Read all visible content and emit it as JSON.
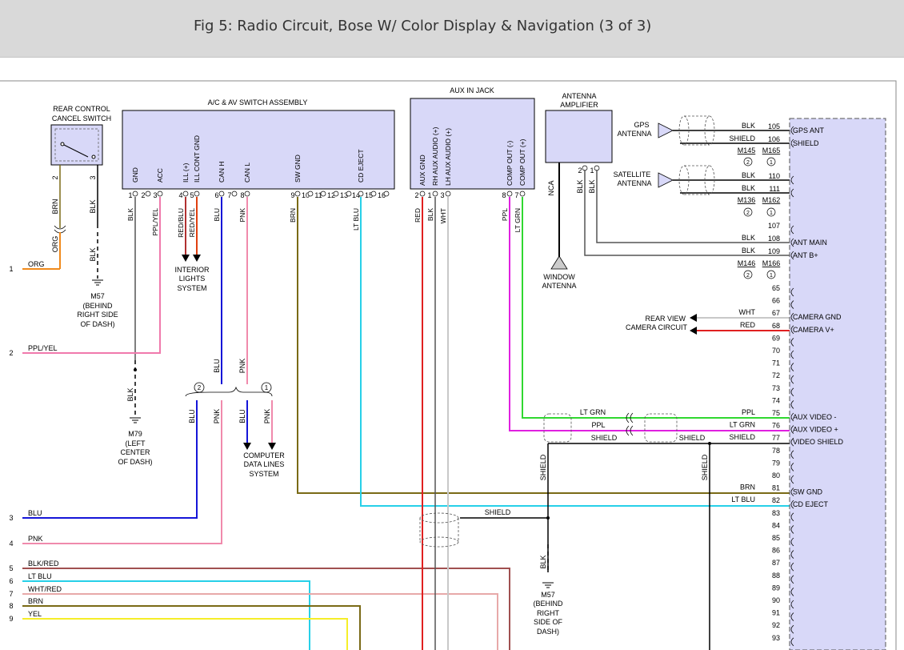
{
  "title": "Fig 5: Radio Circuit, Bose W/ Color Display & Navigation (3 of 3)",
  "colors": {
    "org": "#f08a1c",
    "pplyel": "#f07aac",
    "blu": "#1515d8",
    "pnk": "#f08aac",
    "blkred": "#a05050",
    "ltblu": "#27d0e8",
    "whtred": "#e7a9a9",
    "brn": "#7a6a16",
    "yel": "#f5ee28",
    "red": "#e02020",
    "ppl": "#e020e0",
    "ltgrn": "#30d830",
    "blk": "#000000",
    "wht": "#c8c8c8",
    "box": "#d8d8f8"
  },
  "components": {
    "rear_switch": [
      "REAR CONTROL",
      "CANCEL SWITCH"
    ],
    "ac_av": "A/C & AV SWITCH ASSEMBLY",
    "aux_in": "AUX IN JACK",
    "antenna_amp": [
      "ANTENNA",
      "AMPLIFIER"
    ],
    "gps_antenna": [
      "GPS",
      "ANTENNA"
    ],
    "sat_antenna": [
      "SATELLITE",
      "ANTENNA"
    ],
    "window_antenna": [
      "WINDOW",
      "ANTENNA"
    ],
    "interior_lights": [
      "INTERIOR",
      "LIGHTS",
      "SYSTEM"
    ],
    "computer_data": [
      "COMPUTER",
      "DATA LINES",
      "SYSTEM"
    ],
    "rear_view": [
      "REAR VIEW",
      "CAMERA CIRCUIT"
    ],
    "nca": "NCA"
  },
  "grounds": {
    "m57_top": [
      "M57",
      "(BEHIND",
      "RIGHT SIDE",
      "OF DASH)"
    ],
    "m79": [
      "M79",
      "(LEFT",
      "CENTER",
      "OF DASH)"
    ],
    "m57_bot": [
      "M57",
      "(BEHIND",
      "RIGHT",
      "SIDE OF",
      "DASH)"
    ]
  },
  "ac_pins": [
    {
      "num": "1",
      "name": "GND",
      "wire": "BLK"
    },
    {
      "num": "2",
      "name": "",
      "wire": ""
    },
    {
      "num": "3",
      "name": "ACC",
      "wire": "PPL/YEL"
    },
    {
      "num": "4",
      "name": "ILL (+)",
      "wire": "RED/BLU"
    },
    {
      "num": "5",
      "name": "ILL CONT GND",
      "wire": "RED/YEL"
    },
    {
      "num": "6",
      "name": "CAN H",
      "wire": "BLU"
    },
    {
      "num": "7",
      "name": "",
      "wire": ""
    },
    {
      "num": "8",
      "name": "CAN L",
      "wire": "PNK"
    },
    {
      "num": "9",
      "name": "SW GND",
      "wire": "BRN"
    },
    {
      "num": "10",
      "name": "",
      "wire": ""
    },
    {
      "num": "11",
      "name": "",
      "wire": ""
    },
    {
      "num": "12",
      "name": "",
      "wire": ""
    },
    {
      "num": "13",
      "name": "",
      "wire": ""
    },
    {
      "num": "14",
      "name": "CD EJECT",
      "wire": "LT BLU"
    },
    {
      "num": "15",
      "name": "",
      "wire": ""
    },
    {
      "num": "16",
      "name": "",
      "wire": ""
    }
  ],
  "aux_pins": [
    {
      "num": "2",
      "name": "AUX GND",
      "wire": "RED"
    },
    {
      "num": "1",
      "name": "RH AUX AUDIO (+)",
      "wire": "BLK"
    },
    {
      "num": "3",
      "name": "LH AUX AUDIO (+)",
      "wire": "WHT"
    },
    {
      "num": "8",
      "name": "COMP OUT (-)",
      "wire": "PPL"
    },
    {
      "num": "7",
      "name": "COMP OUT (+)",
      "wire": "LT GRN"
    }
  ],
  "switch_pins": [
    {
      "num": "2",
      "wire": "BRN"
    },
    {
      "num": "3",
      "wire": "BLK"
    }
  ],
  "amp_pins": [
    {
      "num": "2",
      "wire": "BLK"
    },
    {
      "num": "1",
      "wire": "BLK"
    }
  ],
  "left_wires": [
    {
      "num": "1",
      "label": "ORG"
    },
    {
      "num": "2",
      "label": "PPL/YEL"
    },
    {
      "num": "3",
      "label": "BLU"
    },
    {
      "num": "4",
      "label": "PNK"
    },
    {
      "num": "5",
      "label": "BLK/RED"
    },
    {
      "num": "6",
      "label": "LT BLU"
    },
    {
      "num": "7",
      "label": "WHT/RED"
    },
    {
      "num": "8",
      "label": "BRN"
    },
    {
      "num": "9",
      "label": "YEL"
    }
  ],
  "mid_labels": {
    "org": "ORG",
    "blk_sw": "BLK",
    "blk_m79": "BLK",
    "blu": "BLU",
    "pnk": "PNK",
    "blu_b": "BLU",
    "pnk_b": "PNK",
    "blu_c": "BLU",
    "pnk_c": "PNK",
    "shield": "SHIELD",
    "blk_bot": "BLK",
    "nca_blk": "BLK"
  },
  "circles": {
    "one": "1",
    "two": "2"
  },
  "right_rows": [
    {
      "num": "105",
      "wire": "BLK",
      "name": "GPS ANT"
    },
    {
      "num": "106",
      "wire": "SHIELD",
      "name": "SHIELD"
    },
    {
      "num": "110",
      "wire": "BLK",
      "name": ""
    },
    {
      "num": "111",
      "wire": "BLK",
      "name": ""
    },
    {
      "num": "107",
      "wire": "",
      "name": ""
    },
    {
      "num": "108",
      "wire": "BLK",
      "name": "ANT MAIN"
    },
    {
      "num": "109",
      "wire": "BLK",
      "name": "ANT B+"
    },
    {
      "num": "65",
      "wire": "",
      "name": ""
    },
    {
      "num": "66",
      "wire": "",
      "name": ""
    },
    {
      "num": "67",
      "wire": "WHT",
      "name": "CAMERA GND"
    },
    {
      "num": "68",
      "wire": "RED",
      "name": "CAMERA V+"
    },
    {
      "num": "69",
      "wire": "",
      "name": ""
    },
    {
      "num": "70",
      "wire": "",
      "name": ""
    },
    {
      "num": "71",
      "wire": "",
      "name": ""
    },
    {
      "num": "72",
      "wire": "",
      "name": ""
    },
    {
      "num": "73",
      "wire": "",
      "name": ""
    },
    {
      "num": "74",
      "wire": "",
      "name": ""
    },
    {
      "num": "75",
      "wire": "PPL",
      "name": "AUX VIDEO -"
    },
    {
      "num": "76",
      "wire": "LT GRN",
      "name": "AUX VIDEO +"
    },
    {
      "num": "77",
      "wire": "SHIELD",
      "name": "VIDEO SHIELD"
    },
    {
      "num": "78",
      "wire": "",
      "name": ""
    },
    {
      "num": "79",
      "wire": "",
      "name": ""
    },
    {
      "num": "80",
      "wire": "",
      "name": ""
    },
    {
      "num": "81",
      "wire": "BRN",
      "name": "SW GND"
    },
    {
      "num": "82",
      "wire": "LT BLU",
      "name": "CD EJECT"
    },
    {
      "num": "83",
      "wire": "",
      "name": ""
    },
    {
      "num": "84",
      "wire": "",
      "name": ""
    },
    {
      "num": "85",
      "wire": "",
      "name": ""
    },
    {
      "num": "86",
      "wire": "",
      "name": ""
    },
    {
      "num": "87",
      "wire": "",
      "name": ""
    },
    {
      "num": "88",
      "wire": "",
      "name": ""
    },
    {
      "num": "89",
      "wire": "",
      "name": ""
    },
    {
      "num": "90",
      "wire": "",
      "name": ""
    },
    {
      "num": "91",
      "wire": "",
      "name": ""
    },
    {
      "num": "92",
      "wire": "",
      "name": ""
    },
    {
      "num": "93",
      "wire": "",
      "name": ""
    }
  ],
  "splice_wires": {
    "ltgrn_top": "LT GRN",
    "ppl_mid": "PPL",
    "shield_left": "SHIELD",
    "shield_right": "SHIELD"
  },
  "connectors": {
    "gps": [
      "M145",
      "M165"
    ],
    "sat": [
      "M136",
      "M162"
    ],
    "ant": [
      "M146",
      "M166"
    ]
  }
}
